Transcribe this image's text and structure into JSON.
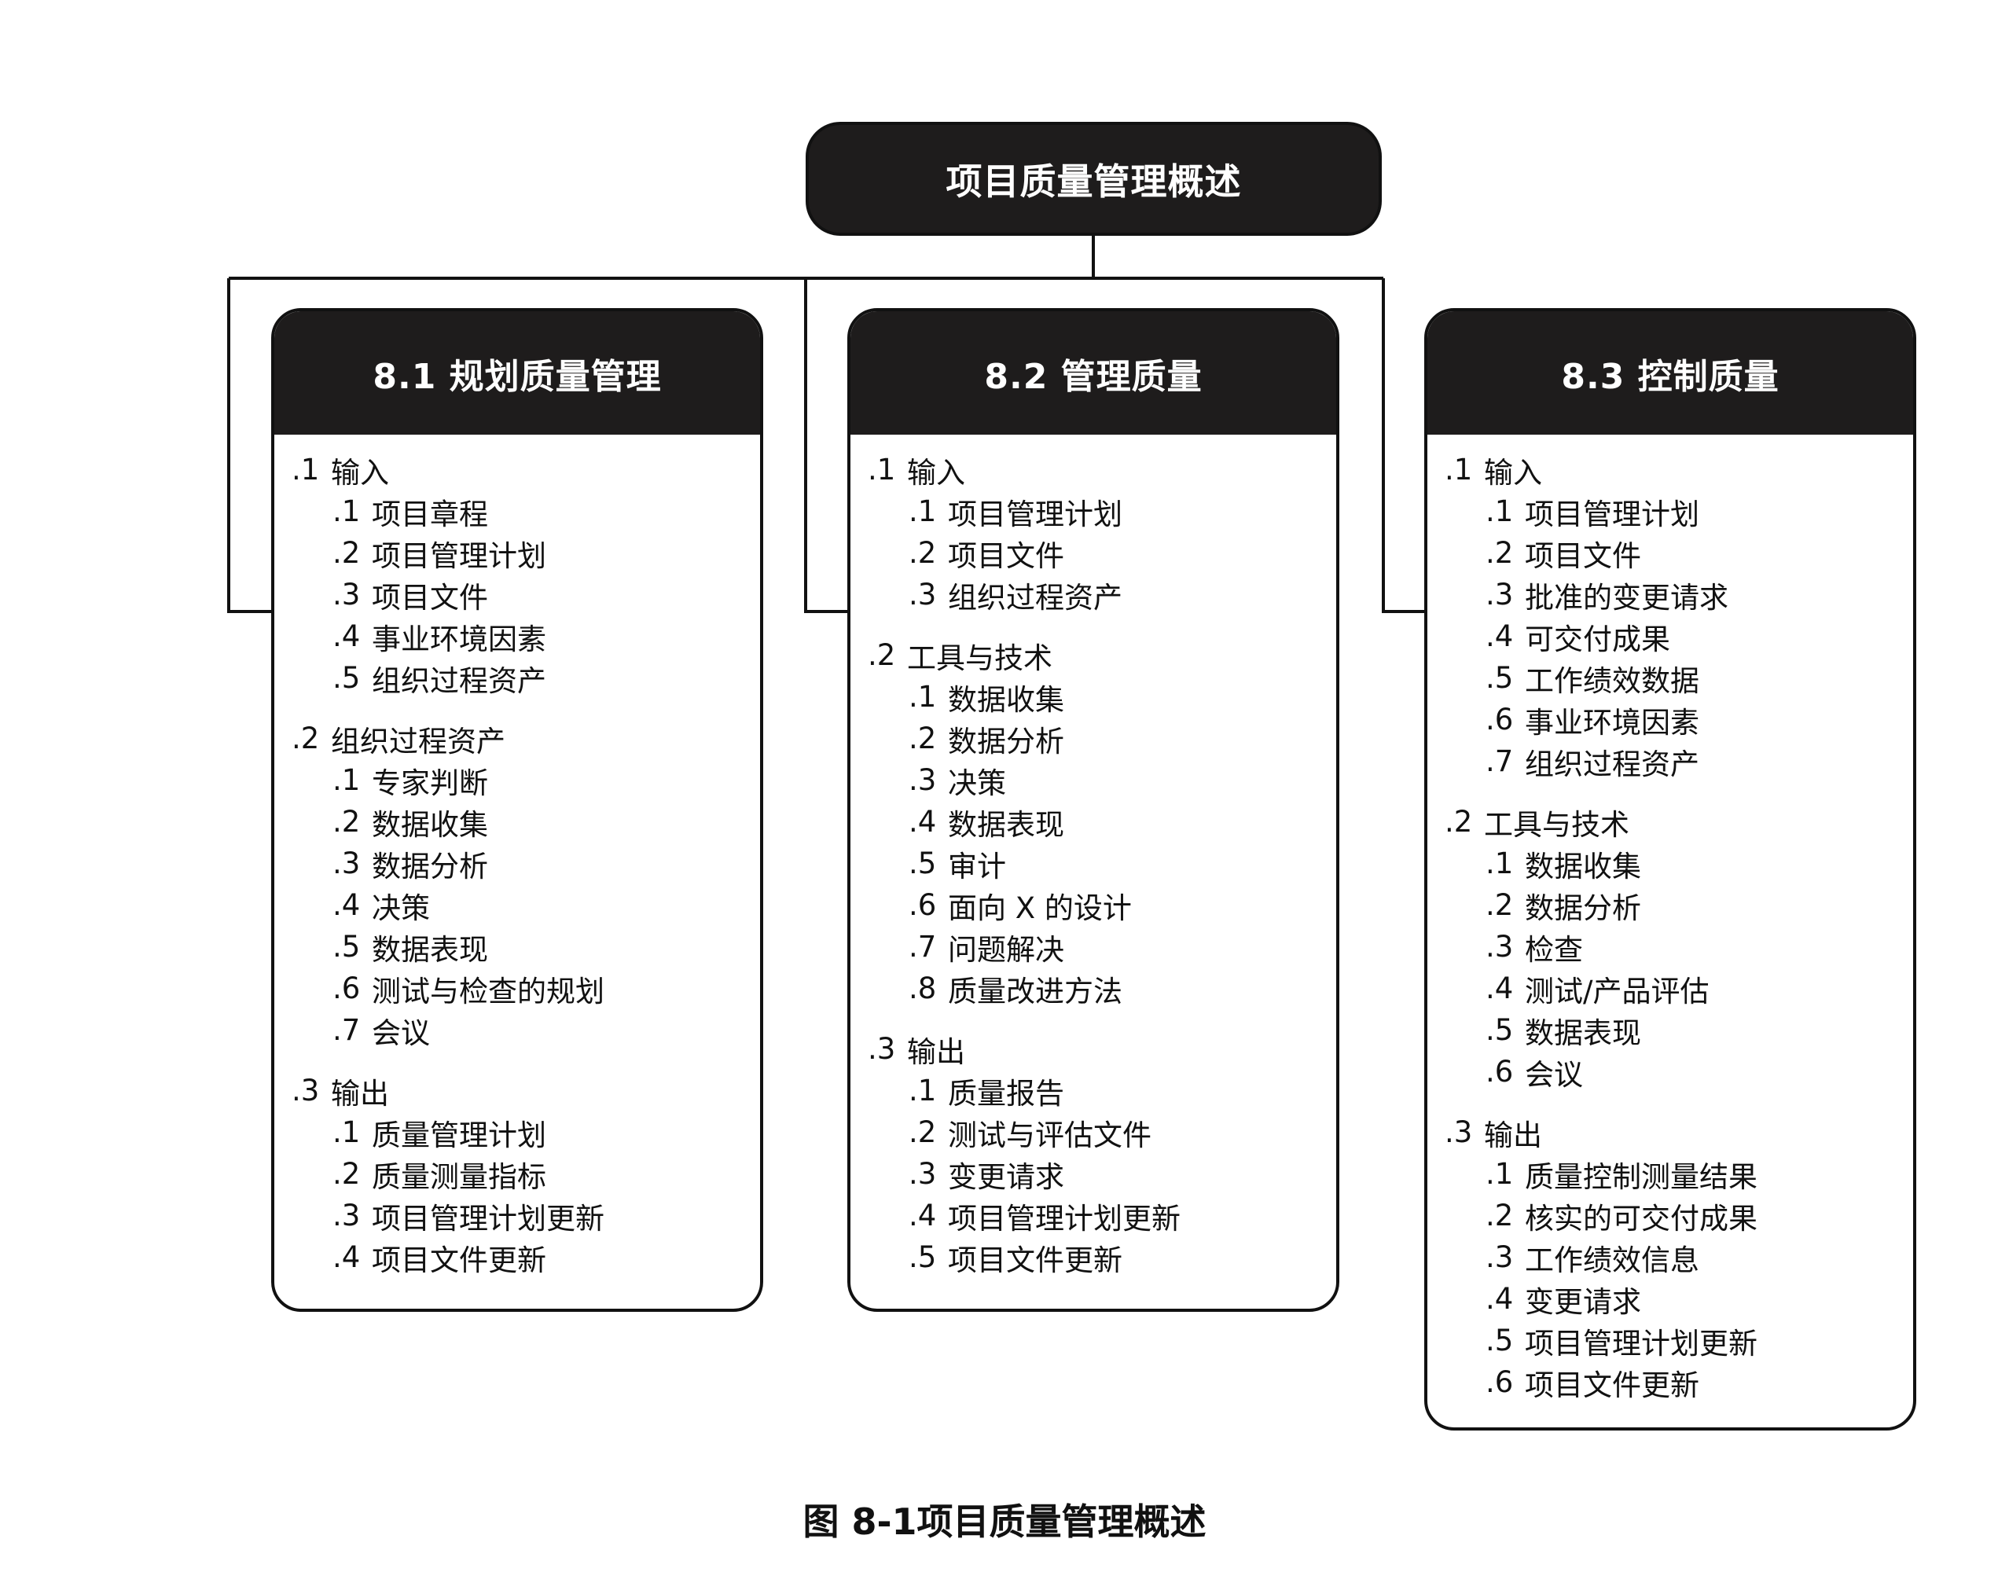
{
  "title": "项目质量管理概述",
  "caption": "图 8-1项目质量管理概述",
  "processes": [
    {
      "title": "8.1 规划质量管理",
      "groups": [
        {
          "num": ".1",
          "label": "输入",
          "items": [
            {
              "num": ".1",
              "label": "项目章程"
            },
            {
              "num": ".2",
              "label": "项目管理计划"
            },
            {
              "num": ".3",
              "label": "项目文件"
            },
            {
              "num": ".4",
              "label": "事业环境因素"
            },
            {
              "num": ".5",
              "label": "组织过程资产"
            }
          ]
        },
        {
          "num": ".2",
          "label": "组织过程资产",
          "items": [
            {
              "num": ".1",
              "label": "专家判断"
            },
            {
              "num": ".2",
              "label": "数据收集"
            },
            {
              "num": ".3",
              "label": "数据分析"
            },
            {
              "num": ".4",
              "label": "决策"
            },
            {
              "num": ".5",
              "label": "数据表现"
            },
            {
              "num": ".6",
              "label": "测试与检查的规划"
            },
            {
              "num": ".7",
              "label": "会议"
            }
          ]
        },
        {
          "num": ".3",
          "label": "输出",
          "items": [
            {
              "num": ".1",
              "label": "质量管理计划"
            },
            {
              "num": ".2",
              "label": "质量测量指标"
            },
            {
              "num": ".3",
              "label": "项目管理计划更新"
            },
            {
              "num": ".4",
              "label": "项目文件更新"
            }
          ]
        }
      ]
    },
    {
      "title": "8.2 管理质量",
      "groups": [
        {
          "num": ".1",
          "label": "输入",
          "items": [
            {
              "num": ".1",
              "label": "项目管理计划"
            },
            {
              "num": ".2",
              "label": "项目文件"
            },
            {
              "num": ".3",
              "label": "组织过程资产"
            }
          ]
        },
        {
          "num": ".2",
          "label": "工具与技术",
          "items": [
            {
              "num": ".1",
              "label": "数据收集"
            },
            {
              "num": ".2",
              "label": "数据分析"
            },
            {
              "num": ".3",
              "label": "决策"
            },
            {
              "num": ".4",
              "label": "数据表现"
            },
            {
              "num": ".5",
              "label": "审计"
            },
            {
              "num": ".6",
              "label": "面向 X 的设计"
            },
            {
              "num": ".7",
              "label": "问题解决"
            },
            {
              "num": ".8",
              "label": "质量改进方法"
            }
          ]
        },
        {
          "num": ".3",
          "label": "输出",
          "items": [
            {
              "num": ".1",
              "label": "质量报告"
            },
            {
              "num": ".2",
              "label": "测试与评估文件"
            },
            {
              "num": ".3",
              "label": "变更请求"
            },
            {
              "num": ".4",
              "label": "项目管理计划更新"
            },
            {
              "num": ".5",
              "label": "项目文件更新"
            }
          ]
        }
      ]
    },
    {
      "title": "8.3 控制质量",
      "groups": [
        {
          "num": ".1",
          "label": "输入",
          "items": [
            {
              "num": ".1",
              "label": "项目管理计划"
            },
            {
              "num": ".2",
              "label": "项目文件"
            },
            {
              "num": ".3",
              "label": "批准的变更请求"
            },
            {
              "num": ".4",
              "label": "可交付成果"
            },
            {
              "num": ".5",
              "label": "工作绩效数据"
            },
            {
              "num": ".6",
              "label": "事业环境因素"
            },
            {
              "num": ".7",
              "label": "组织过程资产"
            }
          ]
        },
        {
          "num": ".2",
          "label": "工具与技术",
          "items": [
            {
              "num": ".1",
              "label": "数据收集"
            },
            {
              "num": ".2",
              "label": "数据分析"
            },
            {
              "num": ".3",
              "label": "检查"
            },
            {
              "num": ".4",
              "label": "测试/产品评估"
            },
            {
              "num": ".5",
              "label": "数据表现"
            },
            {
              "num": ".6",
              "label": "会议"
            }
          ]
        },
        {
          "num": ".3",
          "label": "输出",
          "items": [
            {
              "num": ".1",
              "label": "质量控制测量结果"
            },
            {
              "num": ".2",
              "label": "核实的可交付成果"
            },
            {
              "num": ".3",
              "label": "工作绩效信息"
            },
            {
              "num": ".4",
              "label": "变更请求"
            },
            {
              "num": ".5",
              "label": "项目管理计划更新"
            },
            {
              "num": ".6",
              "label": "项目文件更新"
            }
          ]
        }
      ]
    }
  ]
}
